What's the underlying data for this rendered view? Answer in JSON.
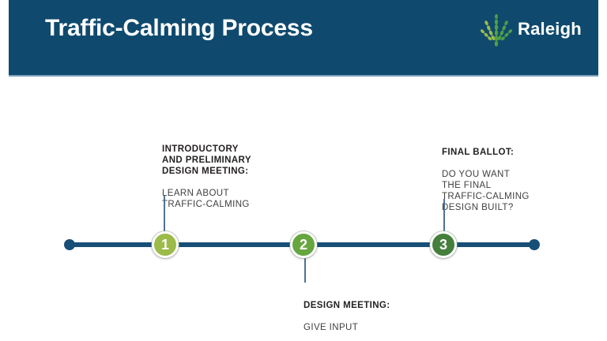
{
  "header": {
    "title": "Traffic-Calming Process",
    "logo": {
      "text": "Raleigh"
    }
  },
  "colors": {
    "header_bg": "#0F4A6E",
    "header_border": "#7FA0BC",
    "timeline_line": "#184F77",
    "connector": "#4F7293",
    "step1_green": "#9CBB49",
    "step2_green": "#67A63F",
    "step3_green": "#447F3C",
    "logo_leaf_light": "#9CBC4B",
    "logo_leaf_green": "#4FA046",
    "label_bold_text": "#231F20",
    "label_regular_text": "#3F3F3F"
  },
  "timeline": {
    "steps": [
      {
        "number": "1",
        "position": "above",
        "bold": "INTRODUCTORY\nAND PRELIMINARY\nDESIGN MEETING:",
        "regular": "LEARN ABOUT\nTRAFFIC-CALMING"
      },
      {
        "number": "2",
        "position": "below",
        "bold": "DESIGN MEETING:",
        "regular": "GIVE INPUT"
      },
      {
        "number": "3",
        "position": "above",
        "bold": "FINAL BALLOT:",
        "regular": "DO YOU WANT\nTHE FINAL\nTRAFFIC-CALMING\nDESIGN BUILT?"
      }
    ]
  }
}
